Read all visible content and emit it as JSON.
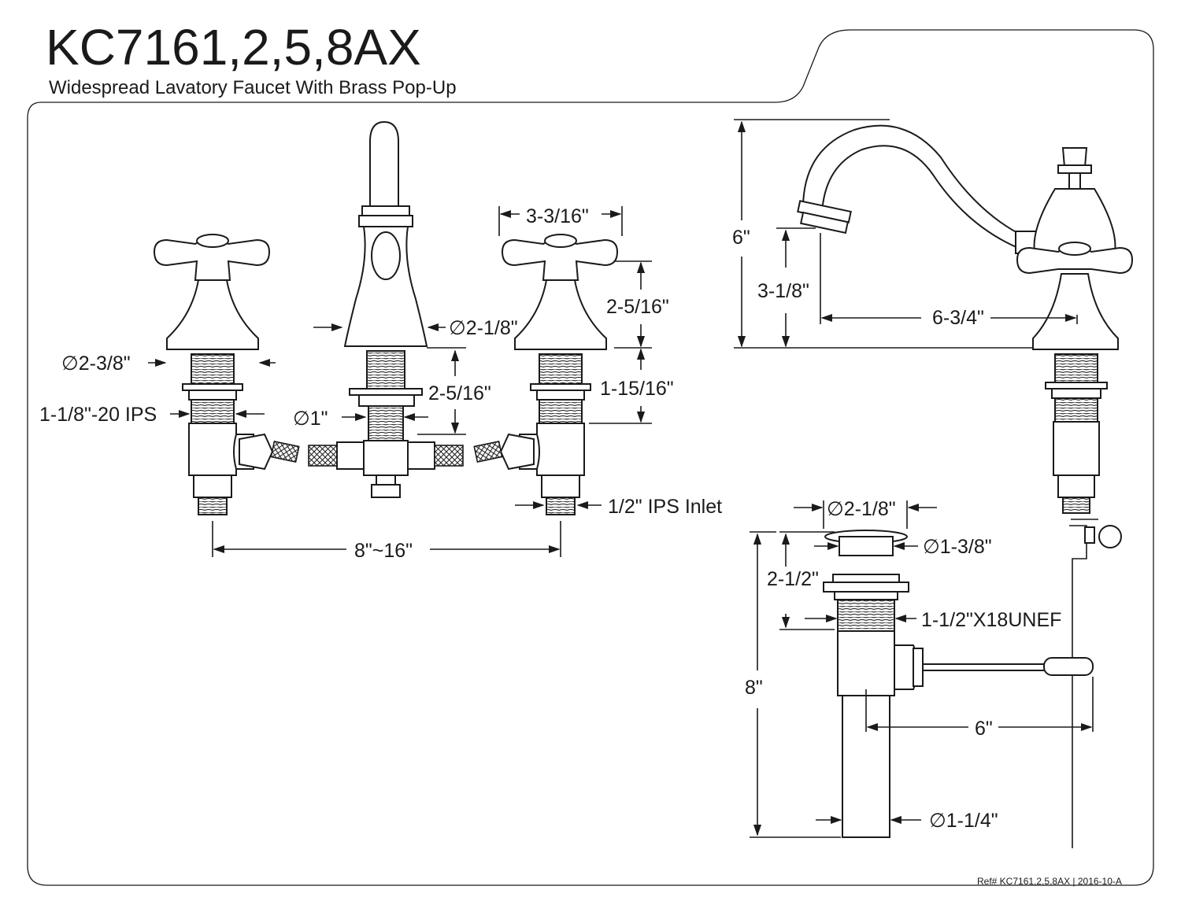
{
  "header": {
    "title": "KC7161,2,5,8AX",
    "subtitle": "Widespread Lavatory Faucet With Brass Pop-Up"
  },
  "footer": {
    "ref": "Ref# KC7161,2,5,8AX | 2016-10-A"
  },
  "dimensions": {
    "handle_width": "3-3/16\"",
    "handle_height": "2-5/16\"",
    "spout_base_dia": "∅2-1/8\"",
    "escutcheon_dia": "∅2-3/8\"",
    "spout_shank_length": "2-5/16\"",
    "handle_shank_length": "1-15/16\"",
    "thread_size": "1-1/8\"-20 IPS",
    "spout_shank_dia": "∅1\"",
    "inlet": "1/2\" IPS Inlet",
    "spread": "8\"~16\"",
    "spout_height": "6\"",
    "spout_clearance": "3-1/8\"",
    "spout_reach": "6-3/4\"",
    "drain_flange_dia": "∅2-1/8\"",
    "drain_cap_dia": "∅1-3/8\"",
    "drain_body_length": "2-1/2\"",
    "drain_thread": "1-1/2\"X18UNEF",
    "drain_total_length": "8\"",
    "pivot_reach": "6\"",
    "tailpiece_dia": "∅1-1/4\""
  }
}
